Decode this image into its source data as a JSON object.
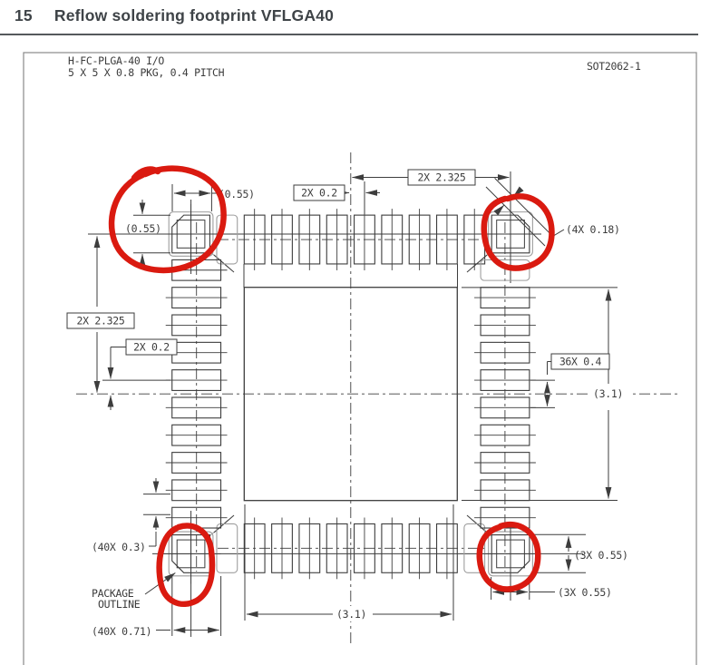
{
  "page": {
    "section_number": "15",
    "section_title": "Reflow soldering footprint VFLGA40"
  },
  "figure": {
    "package_line1": "H-FC-PLGA-40 I/O",
    "package_line2": "5 X 5 X 0.8 PKG, 0.4 PITCH",
    "doc_id": "SOT2062-1",
    "labels": {
      "pad_top_width": "(0.55)",
      "pad_left_height": "(0.55)",
      "offset_top": "2X 0.2",
      "span_top": "2X 2.325",
      "chamfer": "(4X 0.18)",
      "span_left": "2X 2.325",
      "offset_left": "2X 0.2",
      "pitch": "36X 0.4",
      "body_right": "(3.1)",
      "body_bottom": "(3.1)",
      "pad_width": "(40X 0.3)",
      "package_outline_line1": "PACKAGE",
      "package_outline_line2": "OUTLINE",
      "pad_length": "(40X 0.71)",
      "corner_pad_height": "(3X 0.55)",
      "corner_pad_width": "(3X 0.55)"
    },
    "footprint": {
      "pitch_mm": 0.4,
      "pad_width_mm": 0.3,
      "pad_length_mm": 0.71,
      "corner_pad_mm": 0.55,
      "corner_center_mm": 2.325,
      "body_mm": 3.1,
      "chamfer_mm": 0.18,
      "sides": {
        "top": {
          "pads": [
            -1.4,
            -1.0,
            -0.6,
            -0.2,
            0.2,
            0.6,
            1.0,
            1.4,
            1.8
          ],
          "empty": [
            -1.8
          ]
        },
        "bottom": {
          "pads": [
            -1.4,
            -1.0,
            -0.6,
            -0.2,
            0.2,
            0.6,
            1.0,
            1.4
          ],
          "empty": [
            -1.8,
            1.8
          ]
        },
        "left": {
          "pads": [
            -1.8,
            -1.4,
            -1.0,
            -0.6,
            -0.2,
            0.2,
            0.6,
            1.0,
            1.4,
            1.8
          ],
          "empty": []
        },
        "right": {
          "pads": [
            -1.4,
            -1.0,
            -0.6,
            -0.2,
            0.2,
            0.6,
            1.0,
            1.4,
            1.8
          ],
          "empty": [
            -1.8
          ]
        }
      }
    },
    "colors": {
      "annotation_red": "#da1a10",
      "drawing": "#3d3d3d",
      "outline_grey": "#9e9e9e"
    }
  }
}
